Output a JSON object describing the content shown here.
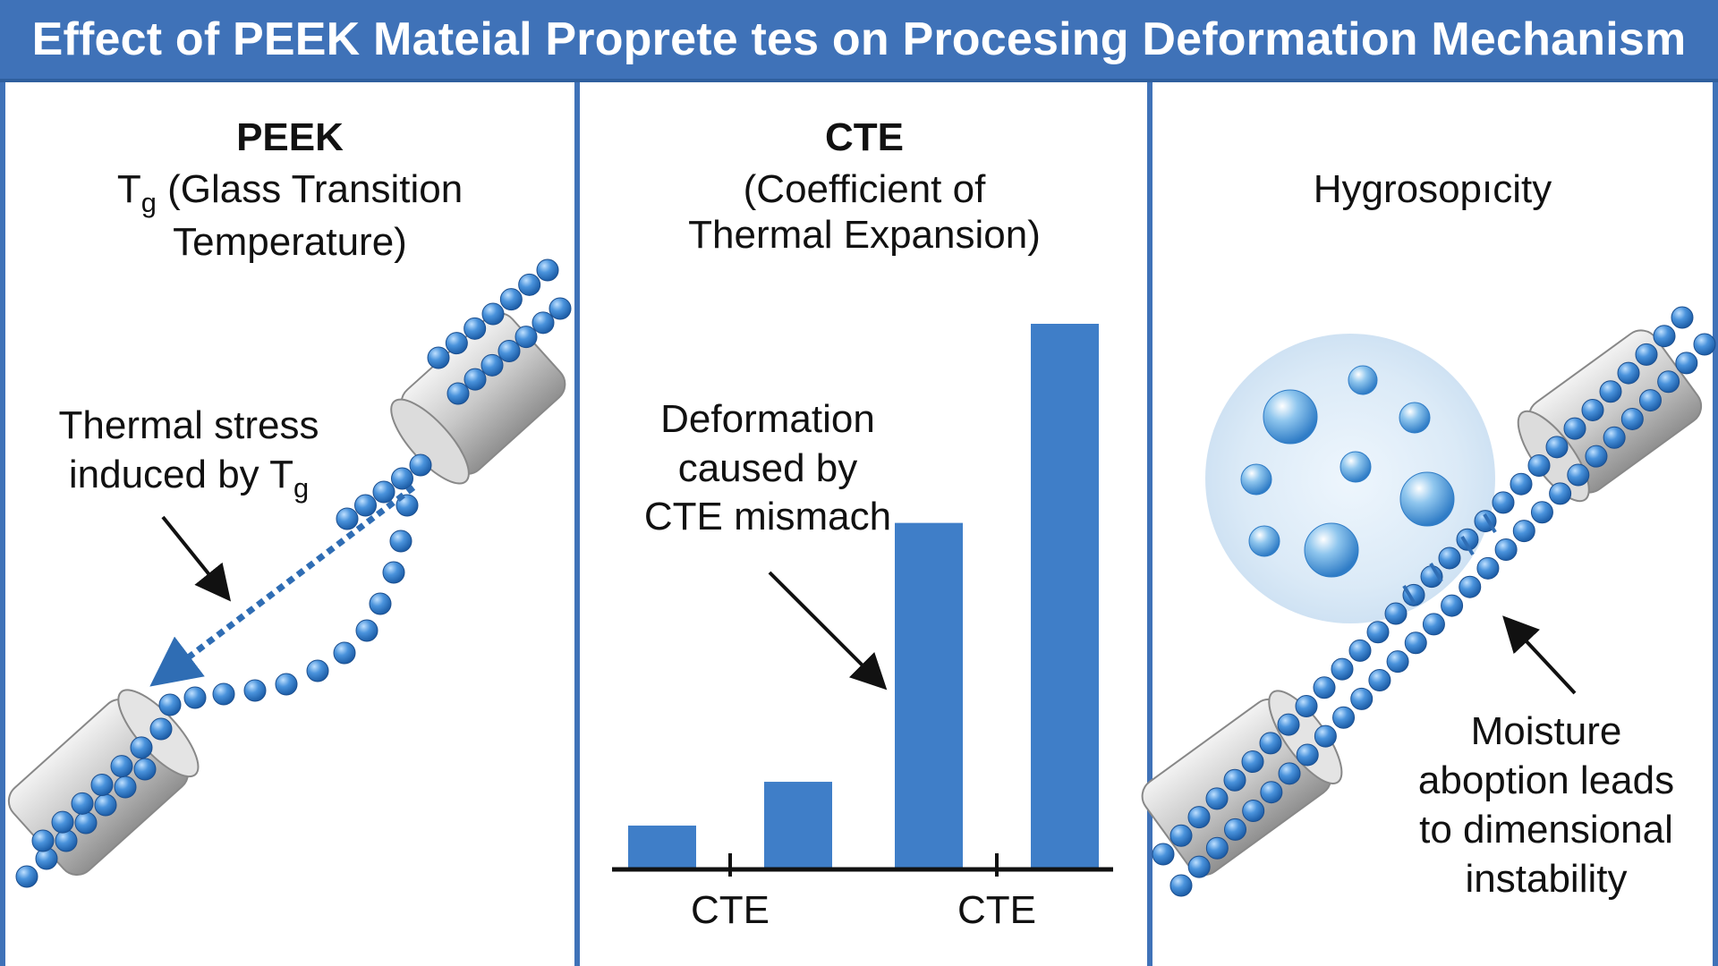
{
  "title": "Effect of PEEK Mateial Proprete tes on Procesing Deformation Mechanism",
  "panels": [
    {
      "heading": "PEEK",
      "subtitle_symbol": "T",
      "subtitle_sub": "g",
      "subtitle_line1_rest": " (Glass Transition",
      "subtitle_line2": "Temperature)",
      "annotation_line1": "Thermal stress",
      "annotation_line2": "induced by T",
      "annotation_sub": "g"
    },
    {
      "heading": "CTE",
      "subtitle_line1": "(Coefficient of",
      "subtitle_line2": "Thermal Expansion)",
      "annotation_line1": "Deformation",
      "annotation_line2": "caused by",
      "annotation_line3": "CTE mismach"
    },
    {
      "heading": "Hygrosopıcity",
      "annotation_line1": "Moisture",
      "annotation_line2": "abоption leads",
      "annotation_line3": "to dimensional",
      "annotation_line4": "instability"
    }
  ],
  "chart_data": {
    "type": "bar",
    "categories": [
      "CTE",
      "CTE"
    ],
    "series": [
      {
        "values": [
          0.11,
          0.22
        ]
      },
      {
        "values": [
          0.87,
          1.37
        ]
      }
    ]
  },
  "colors": {
    "accent": "#3f72b8",
    "bar": "#3f7ec8",
    "bead": "#3a86d0",
    "text": "#111111"
  }
}
